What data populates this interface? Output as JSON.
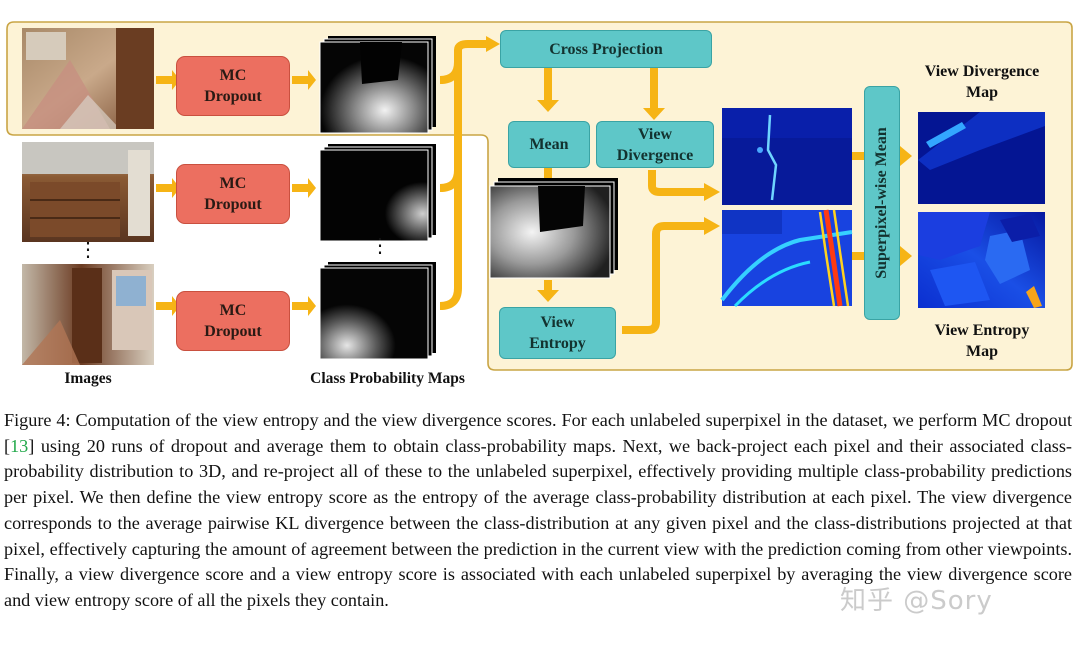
{
  "figure": {
    "mc_dropout_label": "MC\nDropout",
    "cross_projection": "Cross Projection",
    "mean": "Mean",
    "view_divergence": "View\nDivergence",
    "view_entropy": "View\nEntropy",
    "superpixel_wise_mean": "Superpixel-wise Mean",
    "view_divergence_map": "View Divergence\nMap",
    "view_entropy_map": "View Entropy\nMap",
    "images_label": "Images",
    "class_probability_maps_label": "Class Probability Maps",
    "ellipsis": "⋮",
    "colors": {
      "frame": "#fdf3d6",
      "frame_border": "#c9a545",
      "arrow": "#f6b415",
      "mc_box": "#ec6f60",
      "teal_box": "#5ec7c8",
      "map_blue": "#0a1fa6"
    }
  },
  "caption": {
    "lead": "Figure 4: Computation of the view entropy and the view divergence scores. For each unlabeled superpixel in the dataset, we perform MC dropout [",
    "cite": "13",
    "rest": "] using 20 runs of dropout and average them to obtain class-probability maps. Next, we back-project each pixel and their associated class-probability distribution to 3D, and re-project all of these to the unlabeled superpixel, effectively providing multiple class-probability predictions per pixel. We then define the view entropy score as the entropy of the average class-probability distribution at each pixel. The view divergence corresponds to the average pairwise KL divergence between the class-distribution at any given pixel and the class-distributions projected at that pixel, effectively capturing the amount of agreement between the prediction in the current view with the prediction coming from other viewpoints. Finally, a view divergence score and a view entropy score is associated with each unlabeled superpixel by averaging the view divergence score and view entropy score of all the pixels they contain."
  },
  "watermark": "知乎 @Sory"
}
